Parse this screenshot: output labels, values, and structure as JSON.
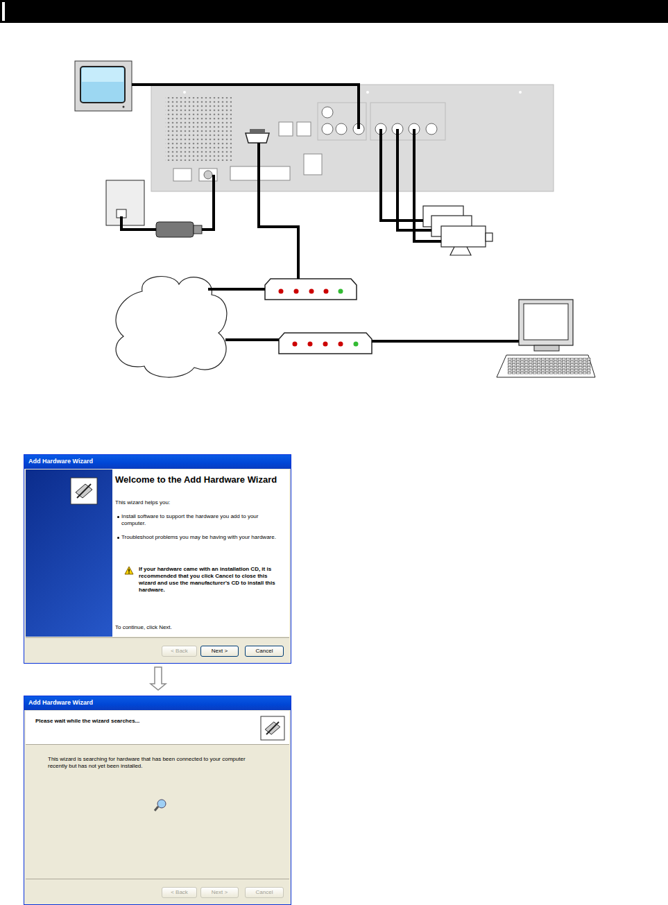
{
  "diagram": {
    "nodes": [
      {
        "text": [
          "Add Hardware Wizard",
          "Welcome to the Add Hardware Wizard",
          "This wizard helps you:",
          "Install software to support the hardware you add to your computer.",
          "Troubleshoot problems you may be having with your hardware.",
          "If your hardware came with an installation CD, it is recommended that you click Cancel to close this wizard and use the manufacturer's CD to install this hardware.",
          "To continue, click Next."
        ]
      },
      {
        "text": [
          "< Back"
        ],
        "in": 0
      },
      {
        "text": [
          "Next >"
        ],
        "in": 0
      },
      {
        "text": [
          "Cancel"
        ],
        "in": 0
      },
      {
        "text": [
          "Add Hardware Wizard",
          "Please wait while the wizard searches...",
          "This wizard is searching for hardware that has been connected to your computer recently but has not yet been installed."
        ]
      },
      {
        "text": [
          "< Back"
        ],
        "in": 4
      },
      {
        "text": [
          "Next >"
        ],
        "in": 4
      },
      {
        "text": [
          "Cancel"
        ],
        "in": 4
      }
    ],
    "edges": [
      {
        "from": 0,
        "to": 4,
        "arrow": "to"
      }
    ]
  }
}
